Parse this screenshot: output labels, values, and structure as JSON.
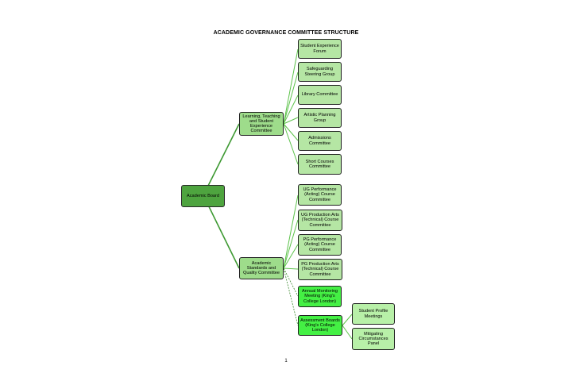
{
  "title": "ACADEMIC GOVERNANCE COMMITTEE STRUCTURE",
  "page_number": "1",
  "colors": {
    "root": "#4ea43f",
    "branch": "#9edc8b",
    "leaf": "#b5e6a4",
    "highlight": "#44f044",
    "connector": "#3f9a33"
  },
  "root": {
    "label": "Academic Board"
  },
  "branches": {
    "ltse": {
      "label": "Learning, Teaching and Student Experience Committee"
    },
    "asq": {
      "label": "Academic Standards and Quality Committee"
    }
  },
  "ltse_children": [
    {
      "label": "Student Experience Forum"
    },
    {
      "label": "Safeguarding Steering Group"
    },
    {
      "label": "Library Committee"
    },
    {
      "label": "Artistic Planning Group"
    },
    {
      "label": "Admissions Committee"
    },
    {
      "label": "Short Courses Committee"
    }
  ],
  "asq_children": [
    {
      "label": "UG Performance (Acting) Course Committee"
    },
    {
      "label": "UG Production Arts (Technical) Course Committee"
    },
    {
      "label": "PG Performance (Acting) Course Committee"
    },
    {
      "label": "PG Production Arts (Technical) Course Committee"
    },
    {
      "label": "Annual Monitoring Meeting (King's College London)"
    },
    {
      "label": "Assessment Boards (King's College London)"
    }
  ],
  "assessment_children": [
    {
      "label": "Student Profile Meetings"
    },
    {
      "label": "Mitigating Circumstances Panel"
    }
  ]
}
